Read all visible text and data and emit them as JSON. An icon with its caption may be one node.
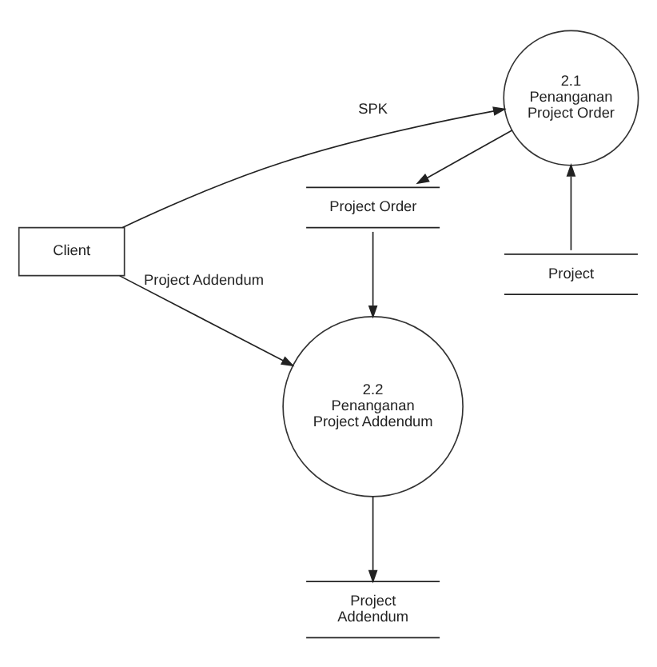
{
  "diagram": {
    "nodes": [
      {
        "text": [
          "Client"
        ]
      },
      {
        "text": [
          "Project Order"
        ]
      },
      {
        "text": [
          "2.1",
          "Penanganan Project Order"
        ]
      },
      {
        "text": [
          "2.2",
          "Penanganan Project Addendum"
        ]
      },
      {
        "text": [
          "Project"
        ]
      },
      {
        "text": [
          "Project Addendum"
        ]
      }
    ],
    "edges": [
      {
        "from": 0,
        "to": 2,
        "arrow": "to",
        "label": "SPK"
      },
      {
        "from": 2,
        "to": 1,
        "arrow": "to"
      },
      {
        "from": 1,
        "to": 3,
        "arrow": "to"
      },
      {
        "from": 0,
        "to": 3,
        "arrow": "to",
        "label": "Project Addendum"
      },
      {
        "from": 4,
        "to": 2,
        "arrow": "to"
      },
      {
        "from": 3,
        "to": 5,
        "arrow": "to"
      }
    ]
  }
}
